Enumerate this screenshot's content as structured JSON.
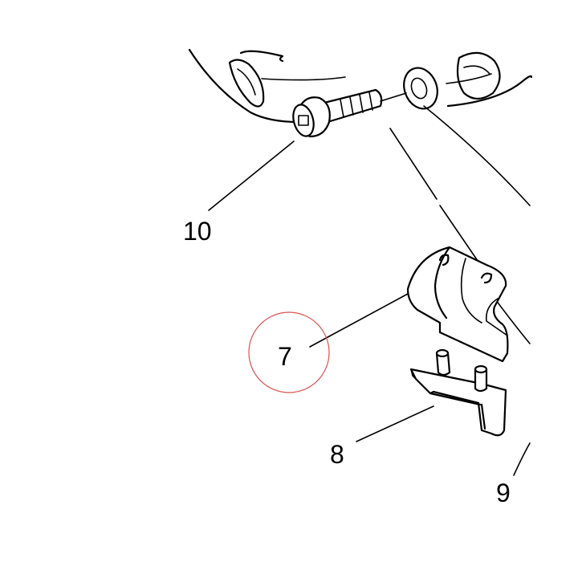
{
  "parts": {
    "bolt": {
      "number": "10"
    },
    "bracket": {
      "number": "7"
    },
    "base_plate": {
      "number": "8"
    },
    "washer": {
      "number": "9"
    }
  },
  "colors": {
    "line": "#000000",
    "background": "#ffffff",
    "highlight_circle": "#d9534f"
  }
}
